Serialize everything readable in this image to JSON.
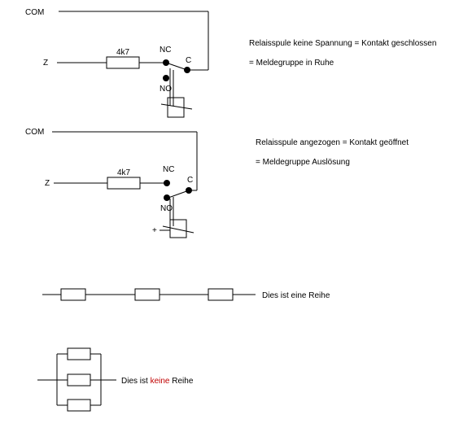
{
  "circuit1": {
    "com": "COM",
    "z": "Z",
    "resistor": "4k7",
    "nc": "NC",
    "c": "C",
    "no": "NO",
    "note_line1": "Relaisspule keine Spannung = Kontakt geschlossen",
    "note_line2": "= Meldegruppe in Ruhe"
  },
  "circuit2": {
    "com": "COM",
    "z": "Z",
    "resistor": "4k7",
    "nc": "NC",
    "c": "C",
    "no": "NO",
    "plus": "+",
    "note_line1": "Relaisspule angezogen = Kontakt geöffnet",
    "note_line2": "= Meldegruppe Auslösung"
  },
  "series": {
    "label": "Dies ist eine Reihe"
  },
  "parallel": {
    "label_prefix": "Dies ist ",
    "label_emphasis": "keine",
    "label_suffix": " Reihe",
    "emphasis_color": "#c00000"
  }
}
